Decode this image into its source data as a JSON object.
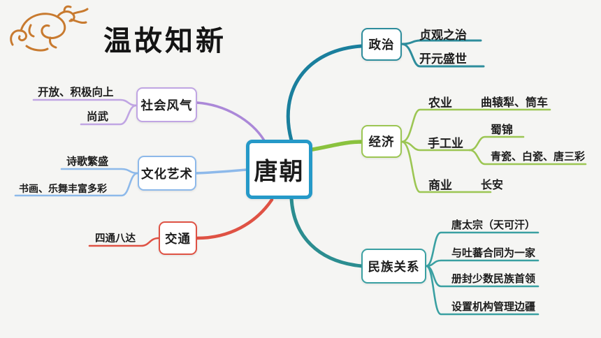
{
  "slide": {
    "title": "温故知新",
    "title_color": "#141414",
    "background": "#f5f5f3",
    "dragon_color": "#c87a2f"
  },
  "map": {
    "center": {
      "label": "唐朝",
      "color": "#2599c8"
    },
    "branches": [
      {
        "name": "politics",
        "label": "政治",
        "color": "#2e8d9c",
        "curve_color": "#1a7f9d",
        "children": [
          {
            "label": "贞观之治"
          },
          {
            "label": "开元盛世"
          }
        ]
      },
      {
        "name": "economy",
        "label": "经济",
        "color": "#9cc653",
        "curve_color": "#8ac23e",
        "children": [
          {
            "label": "农业",
            "items": [
              "曲辕犁、筒车"
            ]
          },
          {
            "label": "手工业",
            "items": [
              "蜀锦",
              "青瓷、白瓷、唐三彩"
            ]
          },
          {
            "label": "商业",
            "items": [
              "长安"
            ]
          }
        ]
      },
      {
        "name": "ethnic-relations",
        "label": "民族关系",
        "color": "#3aa0a2",
        "curve_color": "#2b8d90",
        "children": [
          {
            "label": "唐太宗（天可汗）"
          },
          {
            "label": "与吐蕃合同为一家"
          },
          {
            "label": "册封少数民族首领"
          },
          {
            "label": "设置机构管理边疆"
          }
        ]
      },
      {
        "name": "social-ethos",
        "label": "社会风气",
        "color": "#c0a5e3",
        "curve_color": "#ab88d8",
        "children": [
          {
            "label": "开放、积极向上"
          },
          {
            "label": "尚武"
          }
        ]
      },
      {
        "name": "culture-art",
        "label": "文化艺术",
        "color": "#8db9ea",
        "curve_color": "#8db9ea",
        "children": [
          {
            "label": "诗歌繁盛"
          },
          {
            "label": "书画、乐舞丰富多彩"
          }
        ]
      },
      {
        "name": "transport",
        "label": "交通",
        "color": "#df5244",
        "curve_color": "#df5244",
        "children": [
          {
            "label": "四通八达"
          }
        ]
      }
    ]
  }
}
